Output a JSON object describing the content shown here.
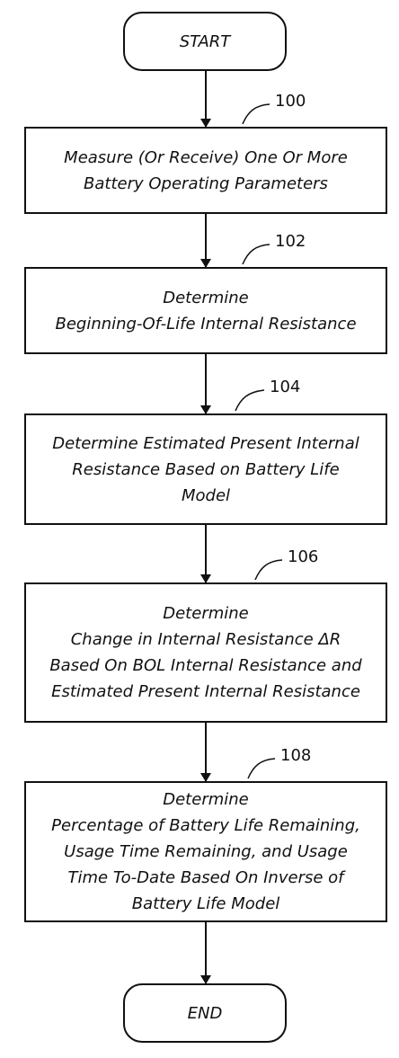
{
  "start": {
    "label": "START"
  },
  "steps": [
    {
      "ref": "100",
      "lines": [
        "Measure (Or Receive) One Or More",
        "Battery Operating Parameters"
      ]
    },
    {
      "ref": "102",
      "lines": [
        "Determine",
        "Beginning-Of-Life Internal Resistance"
      ]
    },
    {
      "ref": "104",
      "lines": [
        "Determine Estimated Present Internal",
        "Resistance Based on Battery Life",
        "Model"
      ]
    },
    {
      "ref": "106",
      "lines": [
        "Determine",
        "Change in Internal Resistance ΔR",
        "Based On BOL Internal Resistance and",
        "Estimated Present Internal Resistance"
      ]
    },
    {
      "ref": "108",
      "lines": [
        "Determine",
        "Percentage of Battery Life Remaining,",
        "Usage Time Remaining, and Usage",
        "Time To-Date Based On Inverse of",
        "Battery Life Model"
      ]
    }
  ],
  "end": {
    "label": "END"
  },
  "colors": {
    "stroke": "#111111",
    "background": "#ffffff"
  }
}
